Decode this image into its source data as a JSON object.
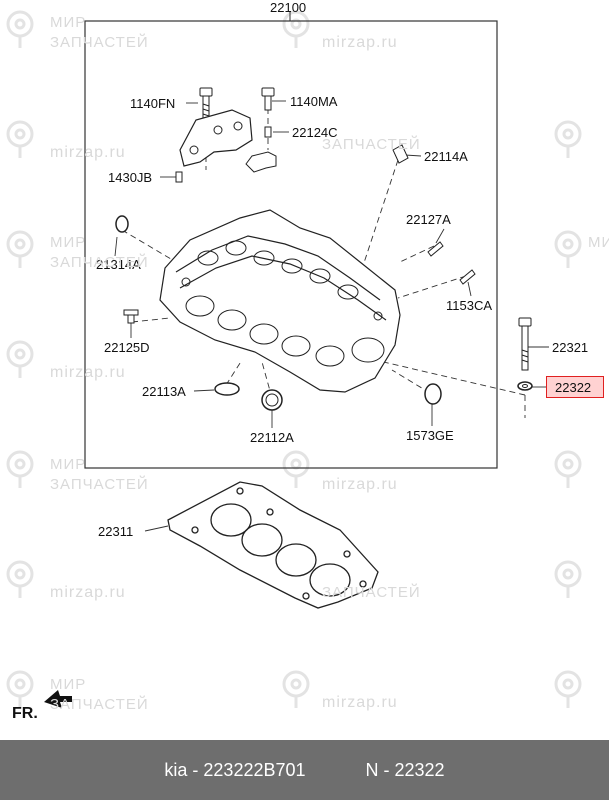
{
  "diagram": {
    "assembly_label": "22100",
    "parts": {
      "bolt_1140fn": "1140FN",
      "bolt_1140ma": "1140MA",
      "part_22124c": "22124C",
      "part_22114a": "22114A",
      "part_1430jb": "1430JB",
      "part_22127a": "22127A",
      "part_21314a": "21314A",
      "part_1153ca": "1153CA",
      "part_22125d": "22125D",
      "part_22321": "22321",
      "part_22322": "22322",
      "part_22113a": "22113A",
      "part_22112a": "22112A",
      "part_1573ge": "1573GE",
      "gasket_22311": "22311"
    },
    "highlighted_part": "22322",
    "front_label": "FR.",
    "highlight_color": "#ffd2d2",
    "highlight_border_color": "#e02020"
  },
  "watermark": {
    "brand_line1": "МИР",
    "brand_line2": "ЗАПЧАСТЕЙ",
    "url": "mirzap.ru"
  },
  "footer": {
    "brand_part": "kia - 223222B701",
    "n_label": "N - 22322"
  }
}
